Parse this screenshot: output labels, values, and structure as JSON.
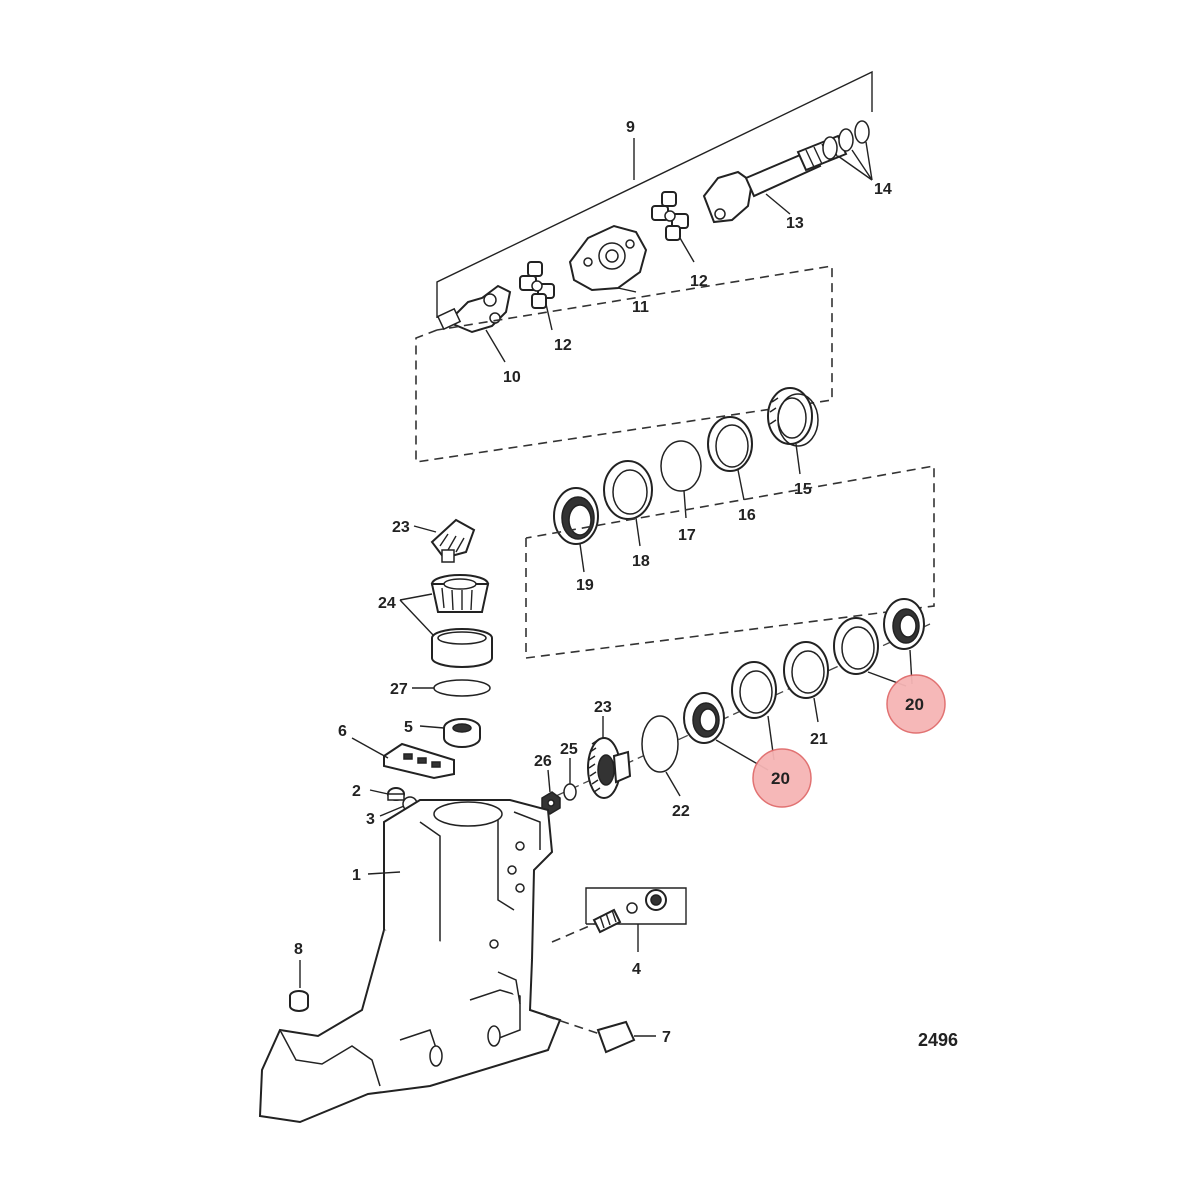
{
  "figure_number": "2496",
  "callouts": {
    "c1": "1",
    "c2": "2",
    "c3": "3",
    "c4": "4",
    "c5": "5",
    "c6": "6",
    "c7": "7",
    "c8": "8",
    "c9": "9",
    "c10": "10",
    "c11": "11",
    "c12a": "12",
    "c12b": "12",
    "c13": "13",
    "c14": "14",
    "c15": "15",
    "c16": "16",
    "c17": "17",
    "c18": "18",
    "c19": "19",
    "c20a": "20",
    "c20b": "20",
    "c21": "21",
    "c22": "22",
    "c23a": "23",
    "c23b": "23",
    "c24": "24",
    "c25": "25",
    "c26": "26",
    "c27": "27"
  },
  "highlight_color": "#f6b5b5"
}
